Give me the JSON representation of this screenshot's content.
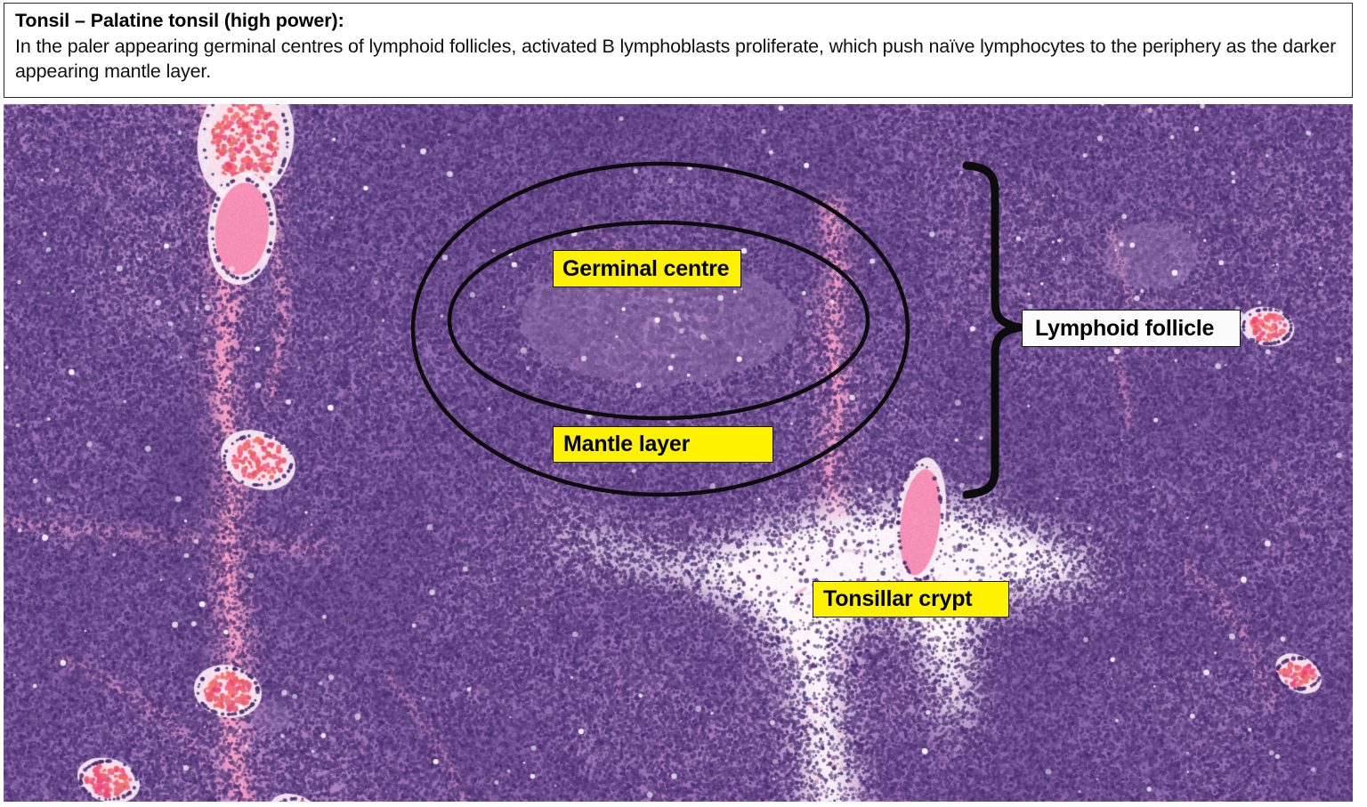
{
  "caption": {
    "title": "Tonsil – Palatine tonsil (high power):",
    "body": "In the paler appearing germinal centres of lymphoid follicles, activated B lymphoblasts proliferate, which push naïve lymphocytes to the periphery as the darker appearing mantle layer."
  },
  "slide": {
    "stain": "H&E",
    "tissue": "palatine tonsil",
    "magnification": "high power"
  },
  "annotations": {
    "germinal_centre": {
      "label": "Germinal centre",
      "style": "yellow-box",
      "color": "#FFF200"
    },
    "mantle_layer": {
      "label": "Mantle layer",
      "style": "yellow-box",
      "color": "#FFF200"
    },
    "tonsillar_crypt": {
      "label": "Tonsillar crypt",
      "style": "yellow-box",
      "color": "#FFF200"
    },
    "lymphoid_follicle": {
      "label": "Lymphoid follicle",
      "style": "white-box",
      "color": "#FBFBFB"
    }
  },
  "shapes": {
    "outer_ellipse": "follicle-outline",
    "inner_ellipse": "germinal-centre-outline",
    "brace": "lymphoid-follicle-brace"
  },
  "colors": {
    "highlight": "#FFF200",
    "outline": "#141414",
    "chromatin_purple": "#6E4E8E",
    "cytoplasm_lilac": "#BC97D0",
    "eosin_pink": "#F59BC0",
    "crypt_white": "#FDFAFC",
    "frame_border": "#2b2b2b"
  }
}
